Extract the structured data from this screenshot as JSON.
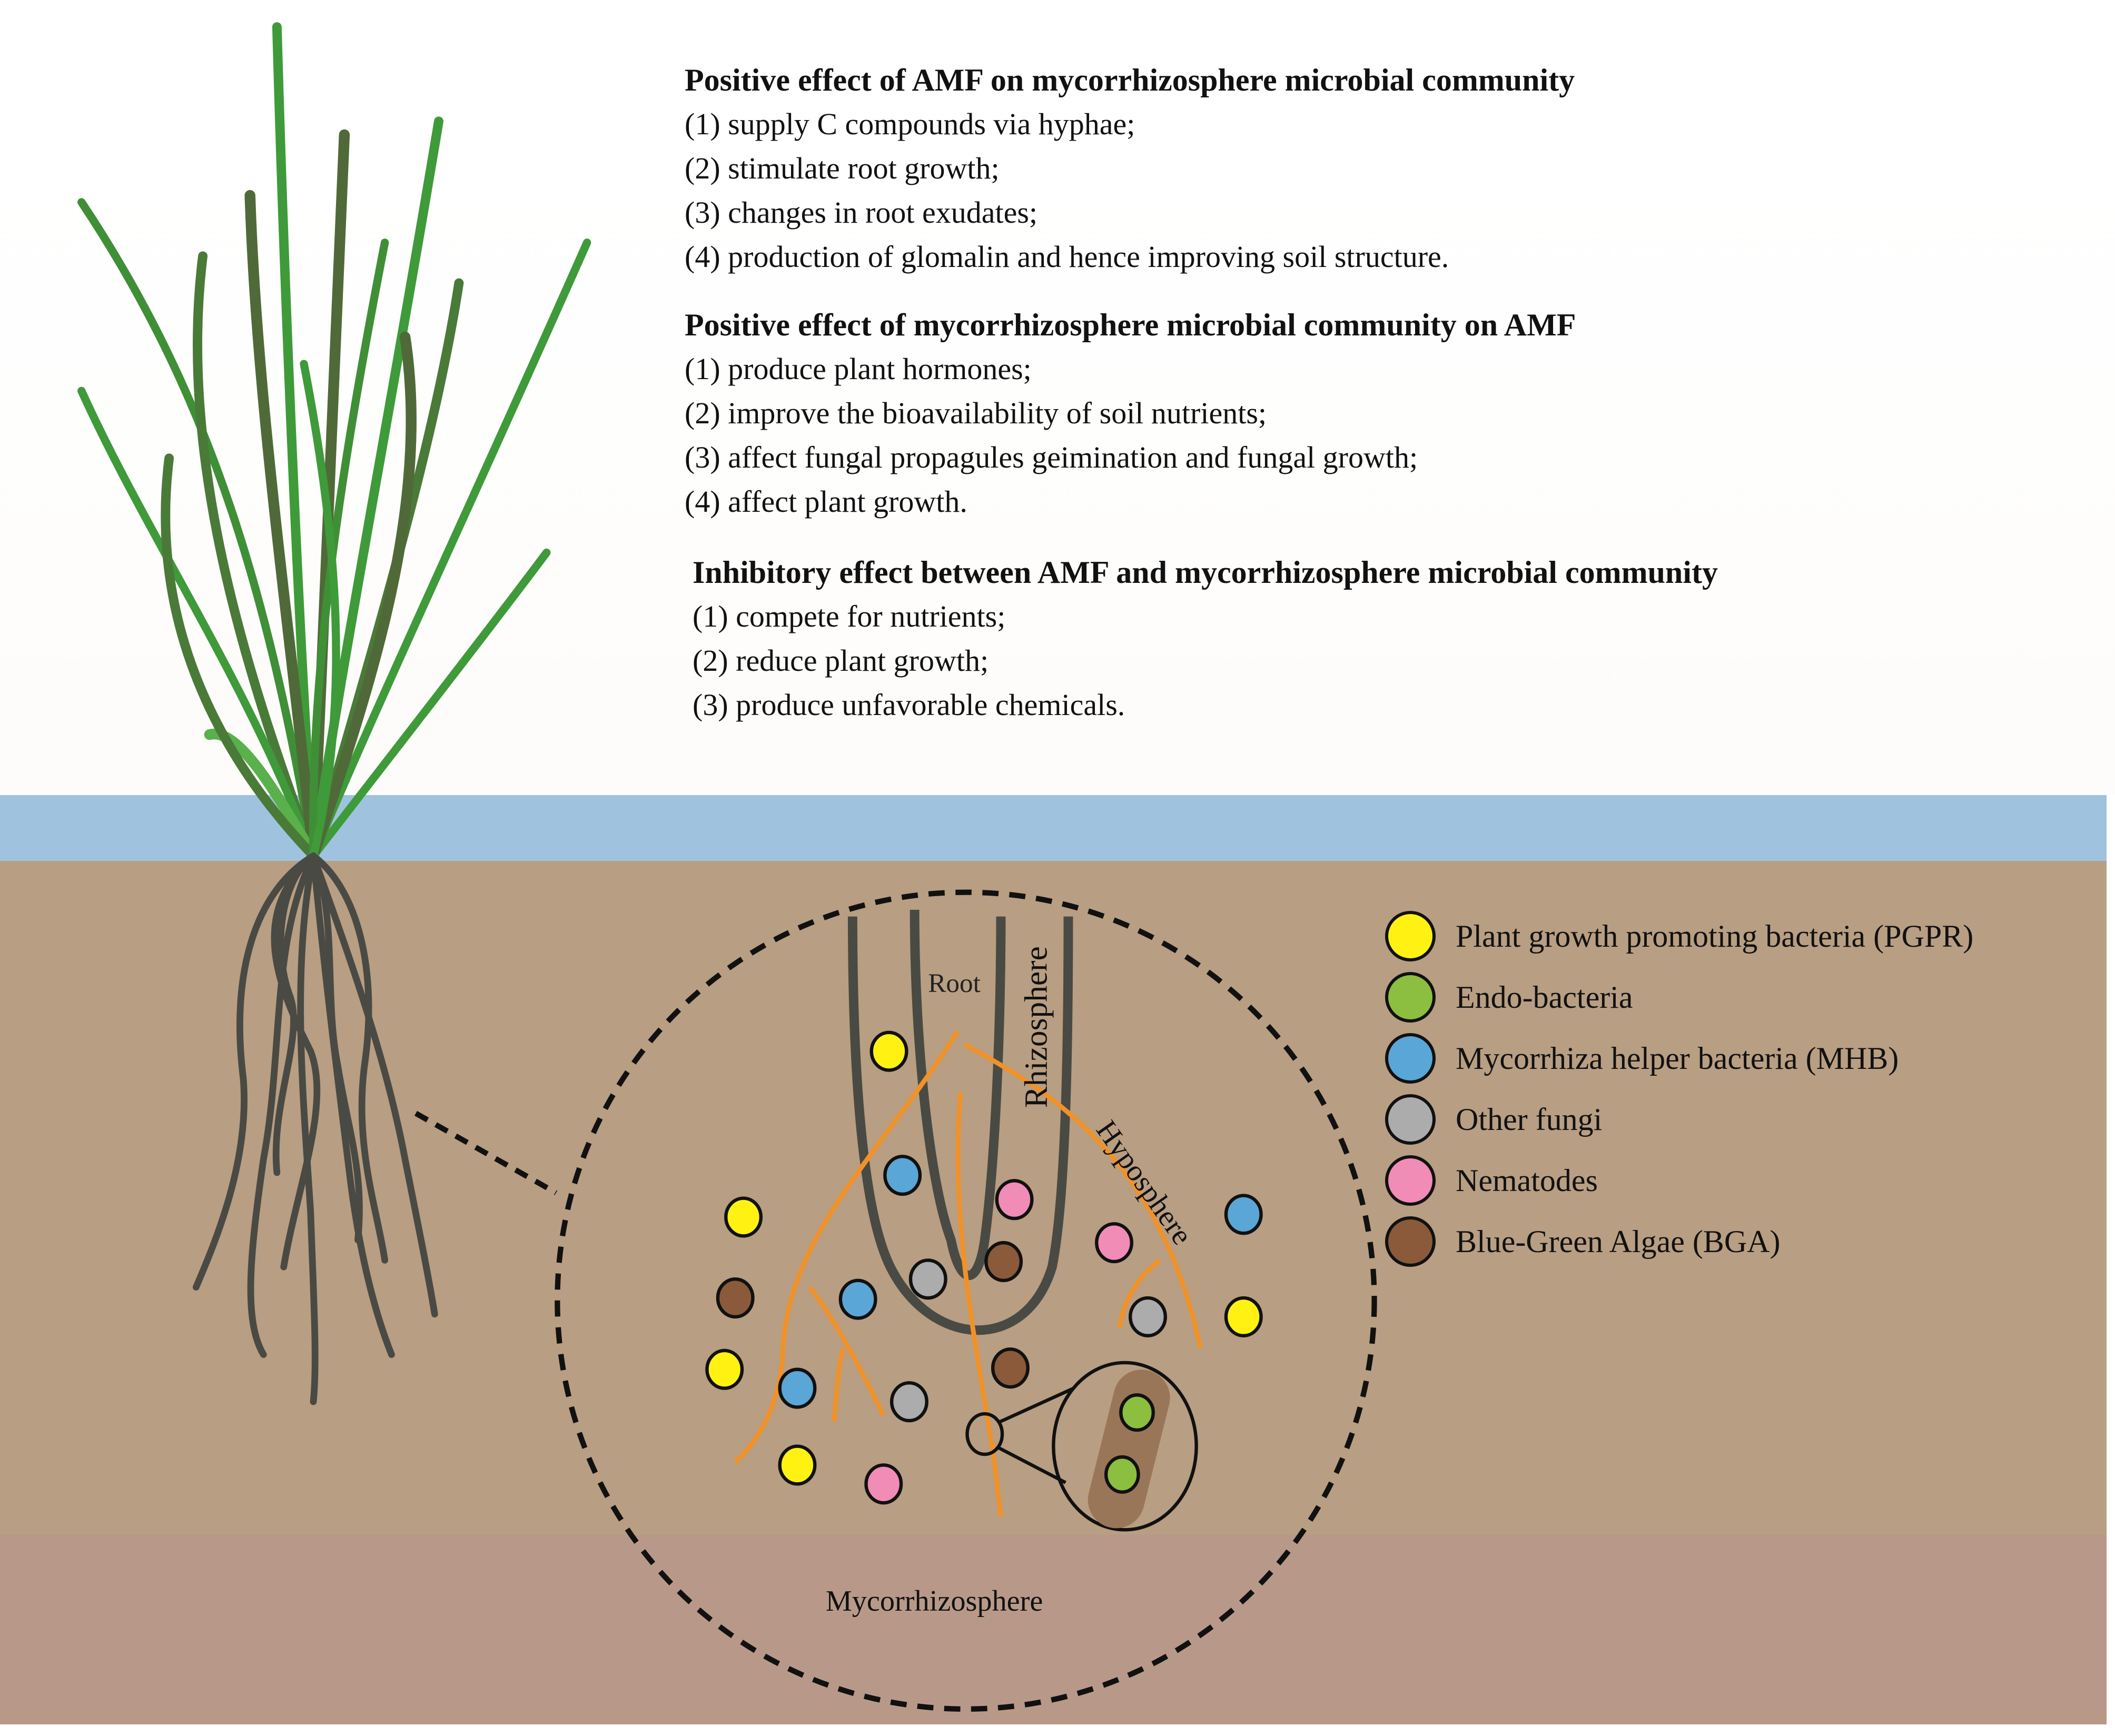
{
  "text_blocks": [
    {
      "heading": "Positive effect of AMF on mycorrhizosphere microbial community",
      "items": [
        "(1) supply C compounds via hyphae;",
        "(2) stimulate root growth;",
        "(3) changes in root exudates;",
        "(4) production of glomalin and hence improving soil structure."
      ]
    },
    {
      "heading": "Positive effect of mycorrhizosphere microbial community on AMF",
      "items": [
        "(1) produce plant hormones;",
        "(2) improve the bioavailability of soil nutrients;",
        "(3) affect fungal propagules geimination and fungal growth;",
        "(4) affect plant growth."
      ]
    },
    {
      "heading": "Inhibitory effect between AMF and mycorrhizosphere microbial community",
      "items": [
        "(1) compete for nutrients;",
        "(2) reduce plant growth;",
        "(3) produce unfavorable chemicals."
      ]
    }
  ],
  "diagram_labels": {
    "root": "Root",
    "rhizosphere": "Rhizosphere",
    "hyposphere": "Hyposphere",
    "mycorrhizosphere": "Mycorrhizosphere"
  },
  "legend": [
    {
      "key": "pgpr",
      "label": "Plant growth promoting bacteria (PGPR)",
      "color": "#fff212"
    },
    {
      "key": "endo",
      "label": "Endo-bacteria",
      "color": "#8cbe3f"
    },
    {
      "key": "mhb",
      "label": "Mycorrhiza helper bacteria (MHB)",
      "color": "#5aa6d6"
    },
    {
      "key": "fungi",
      "label": "Other fungi",
      "color": "#acacac"
    },
    {
      "key": "nematodes",
      "label": "Nematodes",
      "color": "#f08cb6"
    },
    {
      "key": "bga",
      "label": "Blue-Green Algae (BGA)",
      "color": "#8a5a3a"
    }
  ],
  "colors": {
    "water": "#9fc3df",
    "soil": "#b89e82",
    "subsoil": "#b89989",
    "hyphae": "#f0922a",
    "root": "#4a4a44",
    "leaf": "#3f9a3a"
  }
}
